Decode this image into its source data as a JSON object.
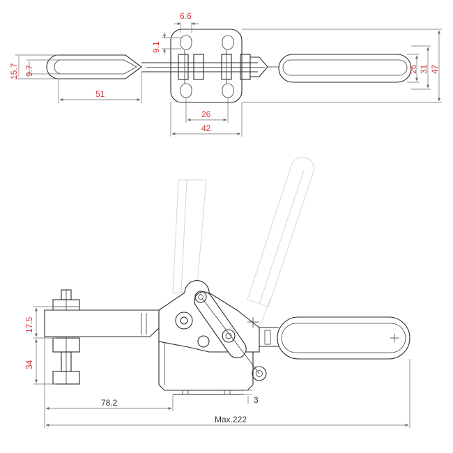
{
  "top_view": {
    "dim_hole_width": "6.6",
    "dim_slot_height": "9.1",
    "dim_handle_outer": "15.7",
    "dim_handle_inner": "9.7",
    "dim_handle_length": "51",
    "dim_hole_spacing": "26",
    "dim_base_width": "42",
    "dim_grip_inner": "26",
    "dim_grip_mid": "31",
    "dim_grip_outer": "47"
  },
  "side_view": {
    "dim_spindle_height": "17.5",
    "dim_spindle_depth": "34",
    "dim_reach": "78.2",
    "dim_base_offset": "3",
    "dim_total_length": "Max.222"
  },
  "colors": {
    "dimension_text": "#d4373d",
    "line": "#2a2a2a",
    "ghost_line": "#d6d6d6"
  }
}
